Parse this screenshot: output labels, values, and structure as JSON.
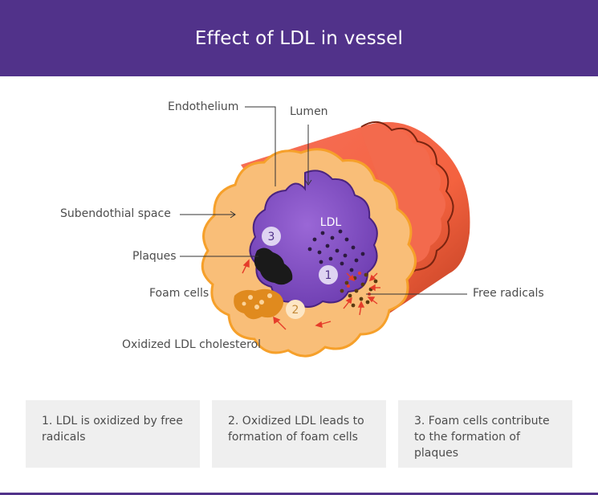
{
  "title": "Effect of LDL in vessel",
  "labels": {
    "endothelium": "Endothelium",
    "lumen": "Lumen",
    "subendothelial": "Subendothial space",
    "plaques": "Plaques",
    "foam_cells": "Foam cells",
    "oxidized_ldl": "Oxidized LDL cholesterol",
    "free_radicals": "Free radicals",
    "ldl": "LDL"
  },
  "markers": [
    "1",
    "2",
    "3"
  ],
  "steps": [
    {
      "text": "1. LDL is oxidized by free radicals"
    },
    {
      "text": "2. Oxidized LDL leads to formation of foam cells"
    },
    {
      "text": "3. Foam cells contribute to the formation of plaques"
    }
  ],
  "colors": {
    "header": "#51328a",
    "vessel_outer": "#f4623f",
    "tissue": "#f9be78",
    "tissue_edge": "#f6a02a",
    "lumen": "#7e4cc2",
    "foam": "#e08a1e",
    "arrow": "#e53c2a"
  }
}
